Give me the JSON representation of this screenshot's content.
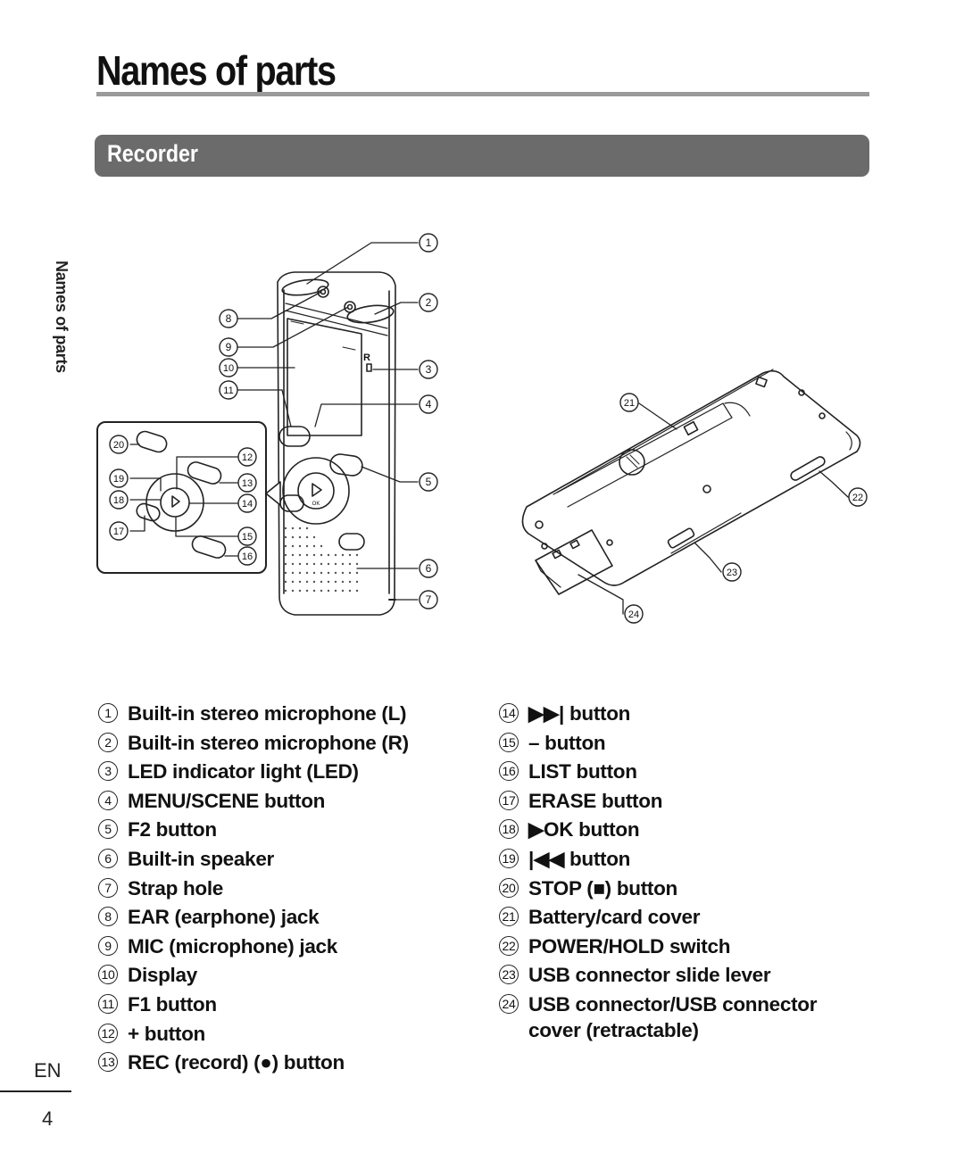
{
  "page_title": "Names of parts",
  "section": "Recorder",
  "side_tab": "Names of parts",
  "language": "EN",
  "page_number": "4",
  "callouts_front": [
    "1",
    "2",
    "3",
    "4",
    "5",
    "6",
    "7",
    "8",
    "9",
    "10",
    "11",
    "12",
    "13",
    "14",
    "15",
    "16",
    "17",
    "18",
    "19",
    "20"
  ],
  "callouts_back": [
    "21",
    "22",
    "23",
    "24"
  ],
  "device_marks": {
    "r_label": "R",
    "ok_label": "OK"
  },
  "parts_left": [
    {
      "num": "1",
      "label": "Built-in stereo microphone (L)"
    },
    {
      "num": "2",
      "label": "Built-in stereo microphone (R)"
    },
    {
      "num": "3",
      "label": "LED indicator light (LED)"
    },
    {
      "num": "4",
      "label": "MENU/SCENE button"
    },
    {
      "num": "5",
      "label": "F2 button"
    },
    {
      "num": "6",
      "label": "Built-in speaker"
    },
    {
      "num": "7",
      "label": "Strap hole"
    },
    {
      "num": "8",
      "label": "EAR (earphone) jack"
    },
    {
      "num": "9",
      "label": "MIC (microphone) jack"
    },
    {
      "num": "10",
      "label": "Display"
    },
    {
      "num": "11",
      "label": "F1 button"
    },
    {
      "num": "12",
      "label": "+ button"
    },
    {
      "num": "13",
      "label": "REC (record) (●) button"
    }
  ],
  "parts_right": [
    {
      "num": "14",
      "label": "▶▶| button"
    },
    {
      "num": "15",
      "label": "– button"
    },
    {
      "num": "16",
      "label": "LIST button"
    },
    {
      "num": "17",
      "label": "ERASE button"
    },
    {
      "num": "18",
      "label": "▶OK button"
    },
    {
      "num": "19",
      "label": "|◀◀ button"
    },
    {
      "num": "20",
      "label": "STOP (■) button"
    },
    {
      "num": "21",
      "label": "Battery/card cover"
    },
    {
      "num": "22",
      "label": "POWER/HOLD switch"
    },
    {
      "num": "23",
      "label": "USB connector slide lever"
    },
    {
      "num": "24",
      "label": "USB connector/USB connector cover (retractable)"
    }
  ]
}
